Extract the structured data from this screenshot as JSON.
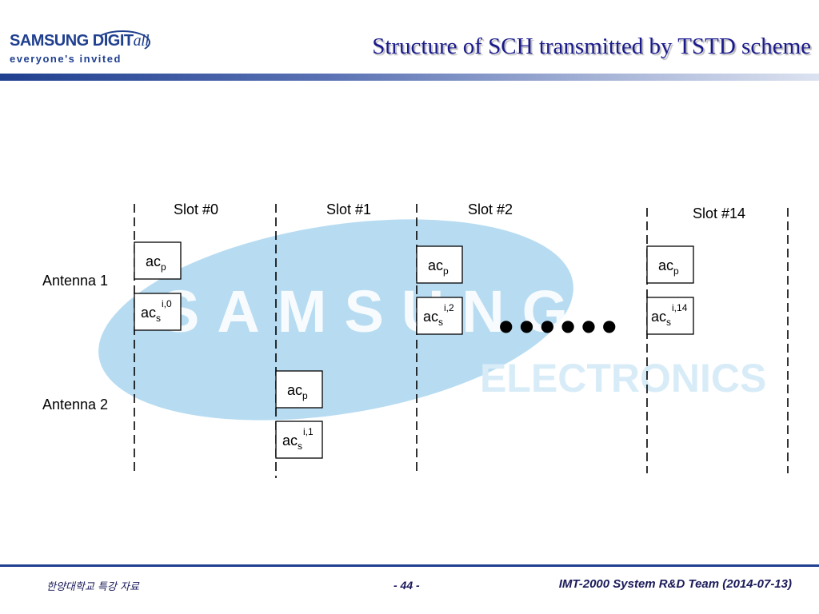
{
  "header": {
    "logo_line1": "SAMSUNG DIGIT",
    "logo_line1_suffix": "all",
    "logo_line2": "everyone's invited",
    "title": "Structure of SCH transmitted by TSTD scheme"
  },
  "watermark": {
    "brand": "SAMSUNG",
    "subtitle": "ELECTRONICS"
  },
  "diagram": {
    "slots": [
      {
        "label": "Slot #0"
      },
      {
        "label": "Slot #1"
      },
      {
        "label": "Slot #2"
      },
      {
        "label": "Slot #14"
      }
    ],
    "antennas": [
      {
        "label": "Antenna 1"
      },
      {
        "label": "Antenna 2"
      }
    ],
    "boxes": [
      {
        "base": "ac",
        "sub": "p",
        "sup": ""
      },
      {
        "base": "ac",
        "sub": "s",
        "sup": "i,0"
      },
      {
        "base": "ac",
        "sub": "p",
        "sup": ""
      },
      {
        "base": "ac",
        "sub": "s",
        "sup": "i,1"
      },
      {
        "base": "ac",
        "sub": "p",
        "sup": ""
      },
      {
        "base": "ac",
        "sub": "s",
        "sup": "i,2"
      },
      {
        "base": "ac",
        "sub": "p",
        "sup": ""
      },
      {
        "base": "ac",
        "sub": "s",
        "sup": "i,14"
      }
    ],
    "ellipsis": "● ● ● ● ● ●"
  },
  "footer": {
    "left": "한양대학교 특강 자료",
    "page": "- 44 -",
    "right": "IMT-2000 System R&D Team (2014-07-13)"
  },
  "colors": {
    "brand_blue": "#1f3f8f",
    "title_blue": "#1a1a8c",
    "watermark_blue": "#9fd0ee"
  }
}
